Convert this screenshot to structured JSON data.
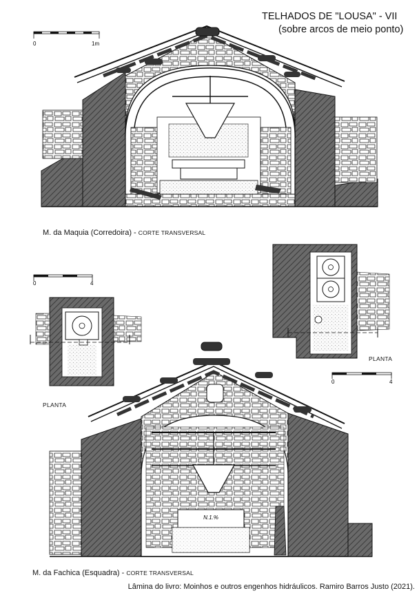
{
  "plate": {
    "title": "TELHADOS DE \"LOUSA\" - VII",
    "subtitle": "(sobre arcos de meio ponto)"
  },
  "drawings": {
    "top_section": {
      "name": "M. da Maquia (Corredoira) - ",
      "view": "CORTE TRANSVERSAL"
    },
    "bottom_section": {
      "name": "M. da Fachica (Esquadra) - ",
      "view": "CORTE TRANSVERSAL",
      "stamp": "N.1.%"
    },
    "plan_left": {
      "label": "PLANTA"
    },
    "plan_right": {
      "label": "PLANTA"
    }
  },
  "scales": {
    "top": {
      "start": "0",
      "end": "1m"
    },
    "left": {
      "start": "0",
      "end": "4"
    },
    "right": {
      "start": "0",
      "end": "4"
    }
  },
  "credit": "Lâmina do livro: Moinhos e outros engenhos hidráulicos. Ramiro Barros Justo (2021)."
}
